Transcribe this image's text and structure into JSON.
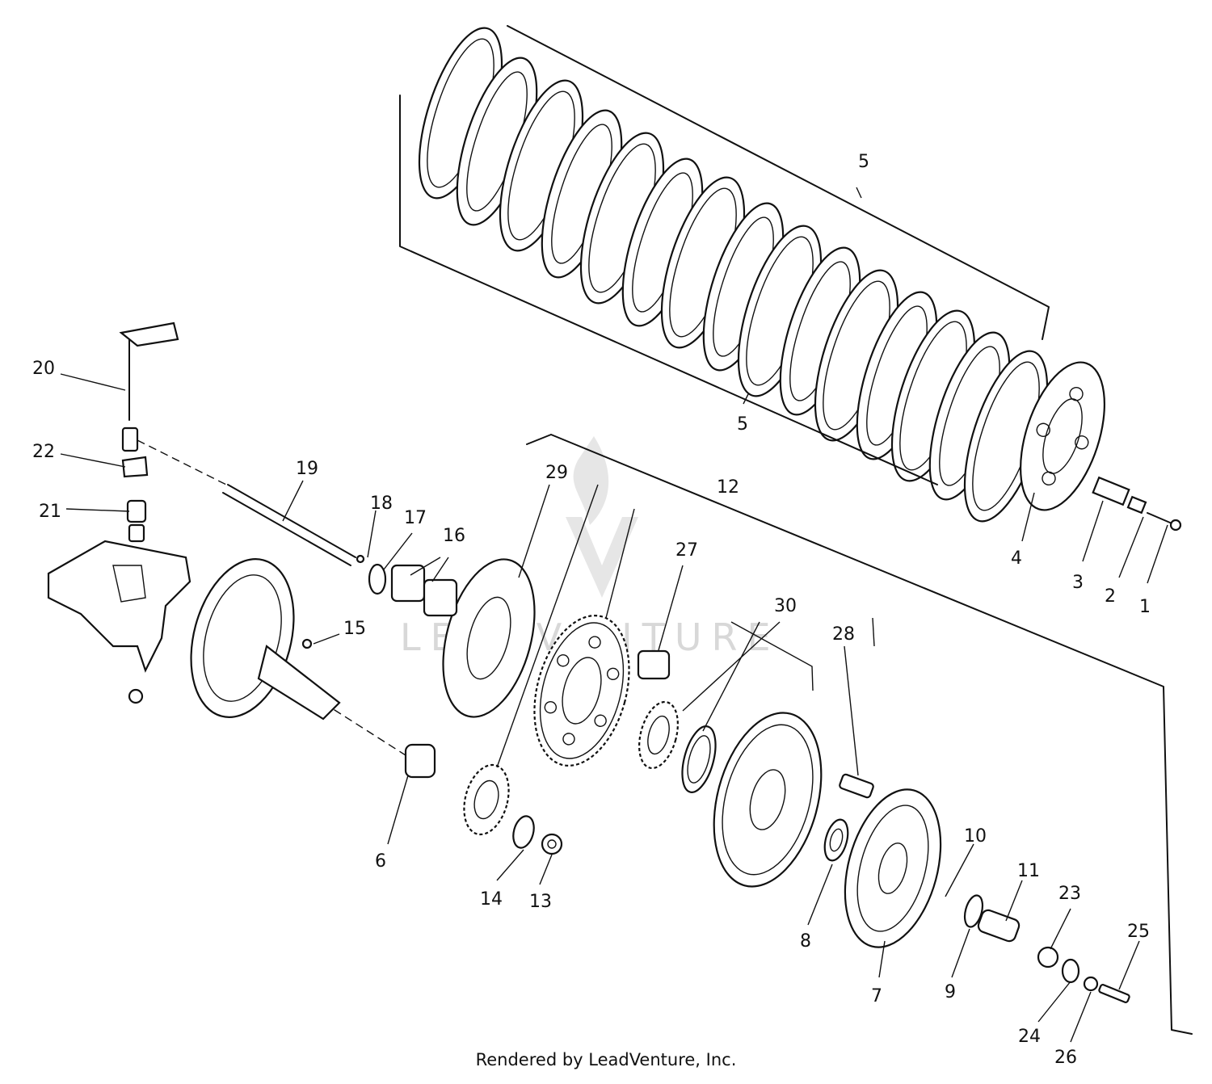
{
  "diagram": {
    "watermark": "LEADVENTURE",
    "credit": "Rendered by LeadVenture, Inc.",
    "callouts": [
      {
        "id": "1",
        "text": "1"
      },
      {
        "id": "2",
        "text": "2"
      },
      {
        "id": "3",
        "text": "3"
      },
      {
        "id": "4",
        "text": "4"
      },
      {
        "id": "5a",
        "text": "5"
      },
      {
        "id": "5b",
        "text": "5"
      },
      {
        "id": "6",
        "text": "6"
      },
      {
        "id": "7",
        "text": "7"
      },
      {
        "id": "8",
        "text": "8"
      },
      {
        "id": "9",
        "text": "9"
      },
      {
        "id": "10",
        "text": "10"
      },
      {
        "id": "11",
        "text": "11"
      },
      {
        "id": "12",
        "text": "12"
      },
      {
        "id": "13",
        "text": "13"
      },
      {
        "id": "14",
        "text": "14"
      },
      {
        "id": "15",
        "text": "15"
      },
      {
        "id": "16",
        "text": "16"
      },
      {
        "id": "17",
        "text": "17"
      },
      {
        "id": "18",
        "text": "18"
      },
      {
        "id": "19",
        "text": "19"
      },
      {
        "id": "20",
        "text": "20"
      },
      {
        "id": "21",
        "text": "21"
      },
      {
        "id": "22",
        "text": "22"
      },
      {
        "id": "23",
        "text": "23"
      },
      {
        "id": "24",
        "text": "24"
      },
      {
        "id": "25",
        "text": "25"
      },
      {
        "id": "26",
        "text": "26"
      },
      {
        "id": "27",
        "text": "27"
      },
      {
        "id": "28",
        "text": "28"
      },
      {
        "id": "29",
        "text": "29"
      },
      {
        "id": "30",
        "text": "30"
      }
    ]
  }
}
